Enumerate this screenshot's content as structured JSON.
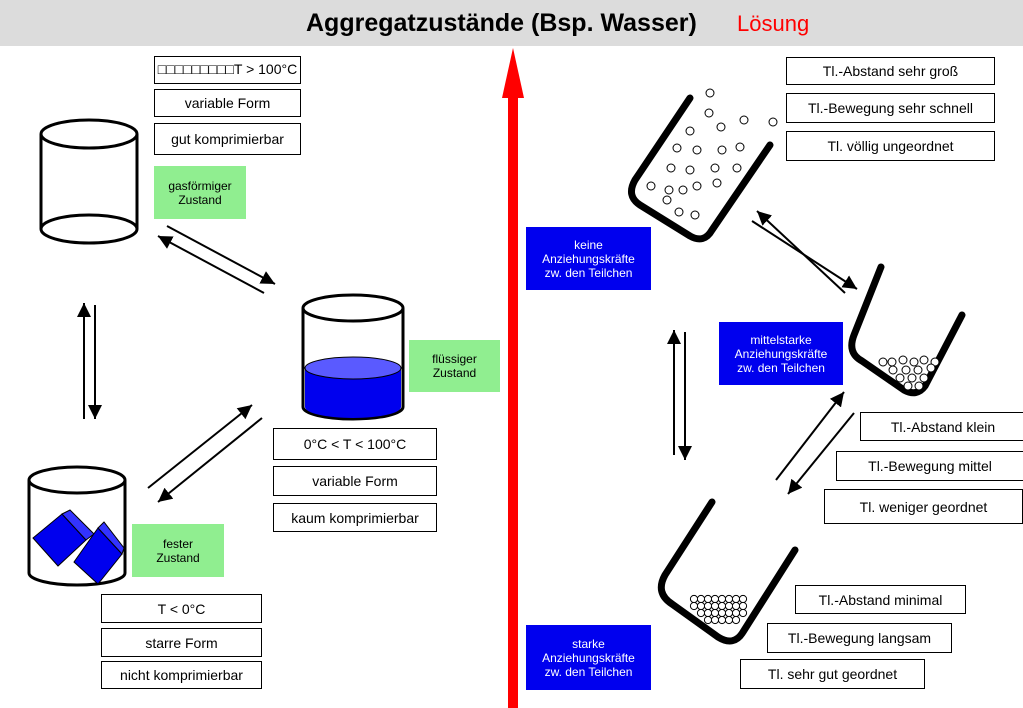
{
  "header": {
    "title": "Aggregatzustände (Bsp. Wasser)",
    "subtitle": "Lösung"
  },
  "left": {
    "gas": {
      "temp": "□□□□□□□□□T > 100°C",
      "form": "variable Form",
      "compress": "gut komprimierbar",
      "label": "gasförmiger Zustand"
    },
    "liquid": {
      "label": "flüssiger Zustand",
      "temp": "0°C < T < 100°C",
      "form": "variable Form",
      "compress": "kaum komprimierbar"
    },
    "solid": {
      "label": "fester Zustand",
      "temp": "T < 0°C",
      "form": "starre Form",
      "compress": "nicht komprimierbar"
    }
  },
  "right": {
    "gas": {
      "abstand": "Tl.-Abstand sehr groß",
      "bewegung": "Tl.-Bewegung sehr schnell",
      "ordnung": "Tl. völlig ungeordnet",
      "kraefte": "keine Anziehungskräfte zw. den Teilchen"
    },
    "liquid": {
      "kraefte": "mittelstarke Anziehungskräfte zw. den Teilchen",
      "abstand": "Tl.-Abstand klein",
      "bewegung": "Tl.-Bewegung mittel",
      "ordnung": "Tl. weniger geordnet"
    },
    "solid": {
      "abstand": "Tl.-Abstand minimal",
      "bewegung": "Tl.-Bewegung langsam",
      "ordnung": "Tl. sehr gut geordnet",
      "kraefte": "starke Anziehungskräfte zw. den Teilchen"
    }
  },
  "colors": {
    "header_bg": "#dcdcdc",
    "subtitle": "#ff0000",
    "green": "#90ee90",
    "blue": "#0000ee",
    "axis": "#ff0000",
    "liquid": "#0000ee"
  }
}
